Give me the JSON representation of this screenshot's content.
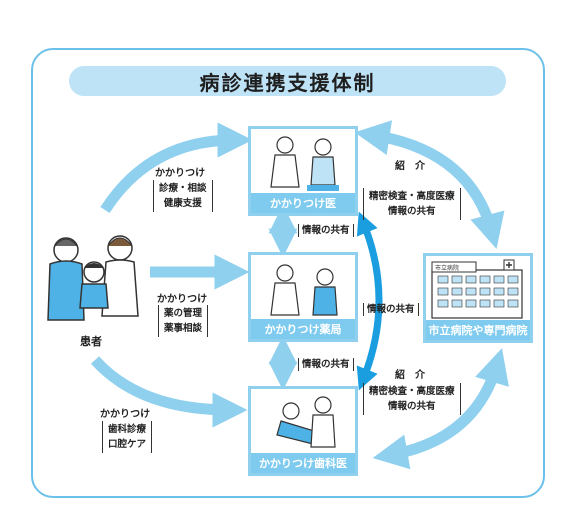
{
  "title": "病診連携支援体制",
  "patient": {
    "label": "患者"
  },
  "boxes": {
    "doctor": "かかりつけ医",
    "pharmacy": "かかりつけ薬局",
    "dentist": "かかりつけ歯科医",
    "hospital": "市立病院や専門病院",
    "hospital_sign": "市立病院"
  },
  "left_labels": {
    "doctor": {
      "heading": "かかりつけ",
      "items": [
        "診療・相談",
        "健康支援"
      ]
    },
    "pharmacy": {
      "heading": "かかりつけ",
      "items": [
        "薬の管理",
        "薬事相談"
      ]
    },
    "dentist": {
      "heading": "かかりつけ",
      "items": [
        "歯科診療",
        "口腔ケア"
      ]
    }
  },
  "info_share": {
    "doctor_pharmacy": "情報の共有",
    "pharmacy_dentist": "情報の共有",
    "doctor_dentist": "情報の共有"
  },
  "referral_upper": {
    "heading": "紹　介",
    "items": [
      "精密検査・高度医療",
      "情報の共有"
    ]
  },
  "referral_lower": {
    "heading": "紹　介",
    "items": [
      "精密検査・高度医療",
      "情報の共有"
    ]
  },
  "colors": {
    "arrow_light": "#8fd0ef",
    "arrow_dark": "#1a9ee0",
    "frame": "#6cc1ea",
    "title_bg": "#bfe3f6"
  }
}
